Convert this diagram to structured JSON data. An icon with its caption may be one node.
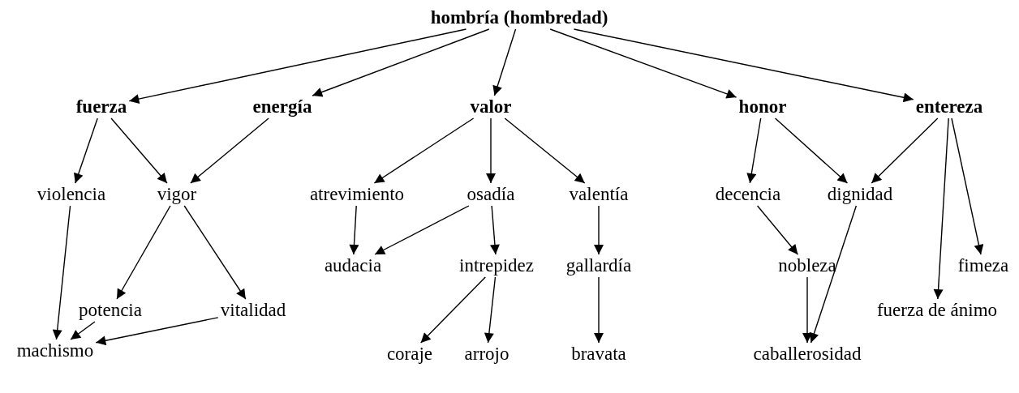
{
  "diagram": {
    "nodes": [
      {
        "text": [
          "hombría (hombredad)"
        ]
      },
      {
        "text": [
          "fuerza"
        ]
      },
      {
        "text": [
          "energía"
        ]
      },
      {
        "text": [
          "valor"
        ]
      },
      {
        "text": [
          "honor"
        ]
      },
      {
        "text": [
          "entereza"
        ]
      },
      {
        "text": [
          "violencia"
        ]
      },
      {
        "text": [
          "vigor"
        ]
      },
      {
        "text": [
          "atrevimiento"
        ]
      },
      {
        "text": [
          "osadía"
        ]
      },
      {
        "text": [
          "valentía"
        ]
      },
      {
        "text": [
          "decencia"
        ]
      },
      {
        "text": [
          "dignidad"
        ]
      },
      {
        "text": [
          "audacia"
        ]
      },
      {
        "text": [
          "intrepidez"
        ]
      },
      {
        "text": [
          "gallardía"
        ]
      },
      {
        "text": [
          "nobleza"
        ]
      },
      {
        "text": [
          "fimeza"
        ]
      },
      {
        "text": [
          "potencia"
        ]
      },
      {
        "text": [
          "vitalidad"
        ]
      },
      {
        "text": [
          "fuerza de ánimo"
        ]
      },
      {
        "text": [
          "machismo"
        ]
      },
      {
        "text": [
          "coraje"
        ]
      },
      {
        "text": [
          "arrojo"
        ]
      },
      {
        "text": [
          "bravata"
        ]
      },
      {
        "text": [
          "caballerosidad"
        ]
      }
    ],
    "edges": [
      {
        "from": 0,
        "to": 1,
        "arrow": "to"
      },
      {
        "from": 0,
        "to": 2,
        "arrow": "to"
      },
      {
        "from": 0,
        "to": 3,
        "arrow": "to"
      },
      {
        "from": 0,
        "to": 4,
        "arrow": "to"
      },
      {
        "from": 0,
        "to": 5,
        "arrow": "to"
      },
      {
        "from": 1,
        "to": 6,
        "arrow": "to"
      },
      {
        "from": 1,
        "to": 7,
        "arrow": "to"
      },
      {
        "from": 2,
        "to": 7,
        "arrow": "to"
      },
      {
        "from": 3,
        "to": 8,
        "arrow": "to"
      },
      {
        "from": 3,
        "to": 9,
        "arrow": "to"
      },
      {
        "from": 3,
        "to": 10,
        "arrow": "to"
      },
      {
        "from": 4,
        "to": 11,
        "arrow": "to"
      },
      {
        "from": 4,
        "to": 12,
        "arrow": "to"
      },
      {
        "from": 5,
        "to": 12,
        "arrow": "to"
      },
      {
        "from": 5,
        "to": 20,
        "arrow": "to"
      },
      {
        "from": 5,
        "to": 17,
        "arrow": "to"
      },
      {
        "from": 6,
        "to": 21,
        "arrow": "to"
      },
      {
        "from": 7,
        "to": 18,
        "arrow": "to"
      },
      {
        "from": 7,
        "to": 19,
        "arrow": "to"
      },
      {
        "from": 8,
        "to": 13,
        "arrow": "to"
      },
      {
        "from": 9,
        "to": 13,
        "arrow": "to"
      },
      {
        "from": 9,
        "to": 14,
        "arrow": "to"
      },
      {
        "from": 10,
        "to": 15,
        "arrow": "to"
      },
      {
        "from": 11,
        "to": 16,
        "arrow": "to"
      },
      {
        "from": 12,
        "to": 25,
        "arrow": "to"
      },
      {
        "from": 14,
        "to": 22,
        "arrow": "to"
      },
      {
        "from": 14,
        "to": 23,
        "arrow": "to"
      },
      {
        "from": 15,
        "to": 24,
        "arrow": "to"
      },
      {
        "from": 16,
        "to": 25,
        "arrow": "to"
      },
      {
        "from": 18,
        "to": 21,
        "arrow": "to"
      },
      {
        "from": 19,
        "to": 21,
        "arrow": "to"
      }
    ]
  }
}
